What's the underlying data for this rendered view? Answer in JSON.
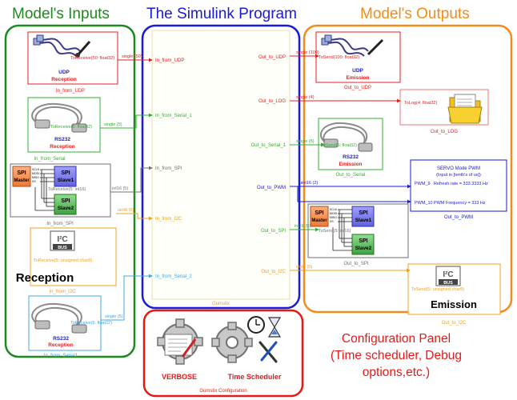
{
  "headers": {
    "inputs": "Model's Inputs",
    "program": "The Simulink Program",
    "outputs": "Model's Outputs",
    "config": [
      "Configuration Panel",
      "(Time scheduler, Debug",
      "options,etc.)"
    ]
  },
  "colors": {
    "inputs": "#1e8a1e",
    "program": "#1a1ad8",
    "outputs": "#f28c1a",
    "config": "#e81818",
    "udp": "#e02020",
    "serial": "#30b030",
    "spi": "#707070",
    "i2c": "#f0a020",
    "serial2": "#40a8e0"
  },
  "inputs": {
    "udp": {
      "block": "ToReceive(50: float32)",
      "label": "UDP",
      "sub": "Reception",
      "caption": "In_from_UDP",
      "signal": "single (50)"
    },
    "rs232": {
      "block": "ToReceive(5: float32)",
      "label": "RS232",
      "sub": "Reception",
      "caption": "In_from_Serial",
      "signal": "single (5)"
    },
    "spi": {
      "master": "SPI\nMaster",
      "pins": [
        "SCLK",
        "MOSI",
        "MISO",
        "SS"
      ],
      "slave1": "SPI\nSlave1",
      "slave2": "SPI\nSlave2",
      "block": "ToReceive(5: int16)",
      "caption": "In_from_SPI",
      "signal": "int16 (5)"
    },
    "i2c": {
      "bus": "I²C BUS",
      "block": "ToReceive(5: unsigned char8)",
      "label": "Reception",
      "caption": "In_from_I2C",
      "signal": "uint8 (5)"
    },
    "rs232b": {
      "block": "ToReceive(5: float32)",
      "label": "RS232",
      "sub": "Reception",
      "caption": "In_from_Serial1",
      "signal": "single (5)"
    }
  },
  "program": {
    "inports": [
      "In_from_UDP",
      "In_from_Serial_1",
      "In_from_SPI",
      "In_from_I2C",
      "In_from_Serial_2"
    ],
    "outports": [
      "Out_to_UDP",
      "Out_to_LOG",
      "Out_to_Serial_1",
      "Out_to_PWM",
      "Out_to_SPI",
      "Out_to_I2C"
    ],
    "name": "Gumstix"
  },
  "outputs": {
    "udp": {
      "block": "ToSend(100: float32)",
      "label": "UDP",
      "sub": "Emission",
      "caption": "Out_to_UDP",
      "signal": "single (100)"
    },
    "log": {
      "block": "ToLog(4: float32)",
      "caption": "Out_to_LOG",
      "signal": "single (4)"
    },
    "serial": {
      "block": "ToSend(5: float32)",
      "label": "RS232",
      "sub": "Emission",
      "caption": "Out_to_Serial",
      "signal": "single (5)"
    },
    "pwm": {
      "title": "SERVO Mode PWM",
      "subtitle": "(Input in [tenth's of us])",
      "pin1": "PWM_9",
      "rate": "Refresh rate = 333.3333 Hz",
      "pin2": "PWM_10",
      "freq": "PWM Frequency = 333 Hz",
      "caption": "Out_to_PWM",
      "signal": "uint16 (2)"
    },
    "spi": {
      "master": "SPI\nMaster",
      "pins": [
        "SCLK",
        "MOSI",
        "MISO",
        "SS"
      ],
      "slave1": "SPI\nSlave1",
      "slave2": "SPI\nSlave2",
      "block": "ToSend(5: int16)",
      "caption": "Out_to_SPI",
      "signal": "int16 (5)"
    },
    "i2c": {
      "bus": "I²C BUS",
      "block": "ToSend(5: unsigned char8)",
      "label": "Emission",
      "caption": "Out_to_I2C",
      "signal": "uint8 (5)"
    }
  },
  "config": {
    "verbose": "VERBOSE",
    "scheduler": "Time Scheduler",
    "caption": "Gumstix Configuration"
  }
}
